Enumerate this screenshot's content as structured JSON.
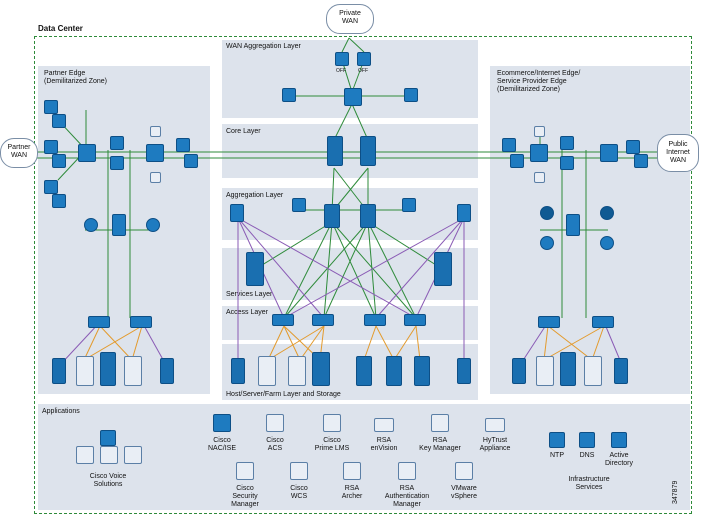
{
  "title": "Data Center",
  "clouds": {
    "private_wan": "Private\nWAN",
    "partner_wan": "Partner\nWAN",
    "public_wan": "Public\nInternet\nWAN"
  },
  "zones": {
    "partner_edge": "Partner Edge\n(Demilitarized Zone)",
    "ecommerce_edge": "Ecommerce/Internet Edge/\nService Provider Edge\n(Demilitarized Zone)",
    "wan_aggregation": "WAN Aggregation Layer",
    "core": "Core Layer",
    "aggregation": "Aggregation Layer",
    "services": "Services Layer",
    "access": "Access Layer",
    "host_server": "Host/Server/Farm Layer and Storage",
    "applications": "Applications"
  },
  "device_tag": "OFF",
  "applications": {
    "voice": "Cisco Voice\nSolutions",
    "items_top": [
      "Cisco\nNAC/ISE",
      "Cisco\nACS",
      "Cisco\nPrime LMS",
      "RSA\nenVision",
      "RSA\nKey Manager",
      "HyTrust\nAppliance"
    ],
    "items_bottom": [
      "Cisco\nSecurity\nManager",
      "Cisco\nWCS",
      "RSA\nArcher",
      "RSA\nAuthentication\nManager",
      "VMware\nvSphere"
    ],
    "infra": [
      "NTP",
      "DNS",
      "Active\nDirectory"
    ],
    "infra_label": "Infrastructure\nServices"
  },
  "figure_id": "347879"
}
